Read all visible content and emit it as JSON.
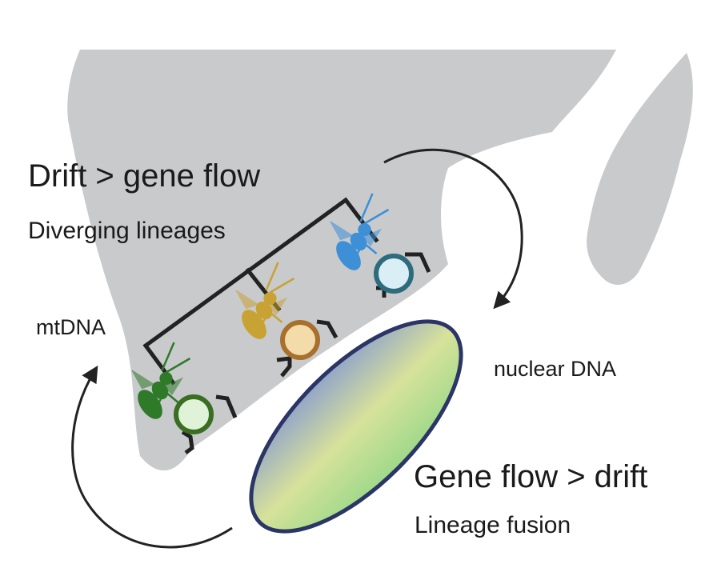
{
  "labels": {
    "top_title": "Drift > gene flow",
    "top_subtitle": "Diverging lineages",
    "mtdna": "mtDNA",
    "nuclear_dna": "nuclear DNA",
    "bottom_title": "Gene flow > drift",
    "bottom_subtitle": "Lineage fusion"
  },
  "colors": {
    "land": "#c8cacc",
    "tree_line": "#222222",
    "arrow": "#222222",
    "lineage_blue": "#3d8fd6",
    "lineage_gold": "#c9a234",
    "lineage_green": "#2f7a28",
    "circle_blue_fill": "#daeef6",
    "circle_blue_stroke": "#2e6b7c",
    "circle_gold_fill": "#f3dcaa",
    "circle_gold_stroke": "#a8702c",
    "circle_green_fill": "#e0f2d8",
    "circle_green_stroke": "#3a6e22",
    "ellipse_stroke": "#2b3566",
    "ellipse_grad_top": "#93a5c9",
    "ellipse_grad_mid": "#d7e29a",
    "ellipse_grad_bottom": "#9fd98a"
  },
  "icons": [
    "wasp-icon-blue",
    "wasp-icon-gold",
    "wasp-icon-green",
    "cycle-arrow-icon"
  ]
}
